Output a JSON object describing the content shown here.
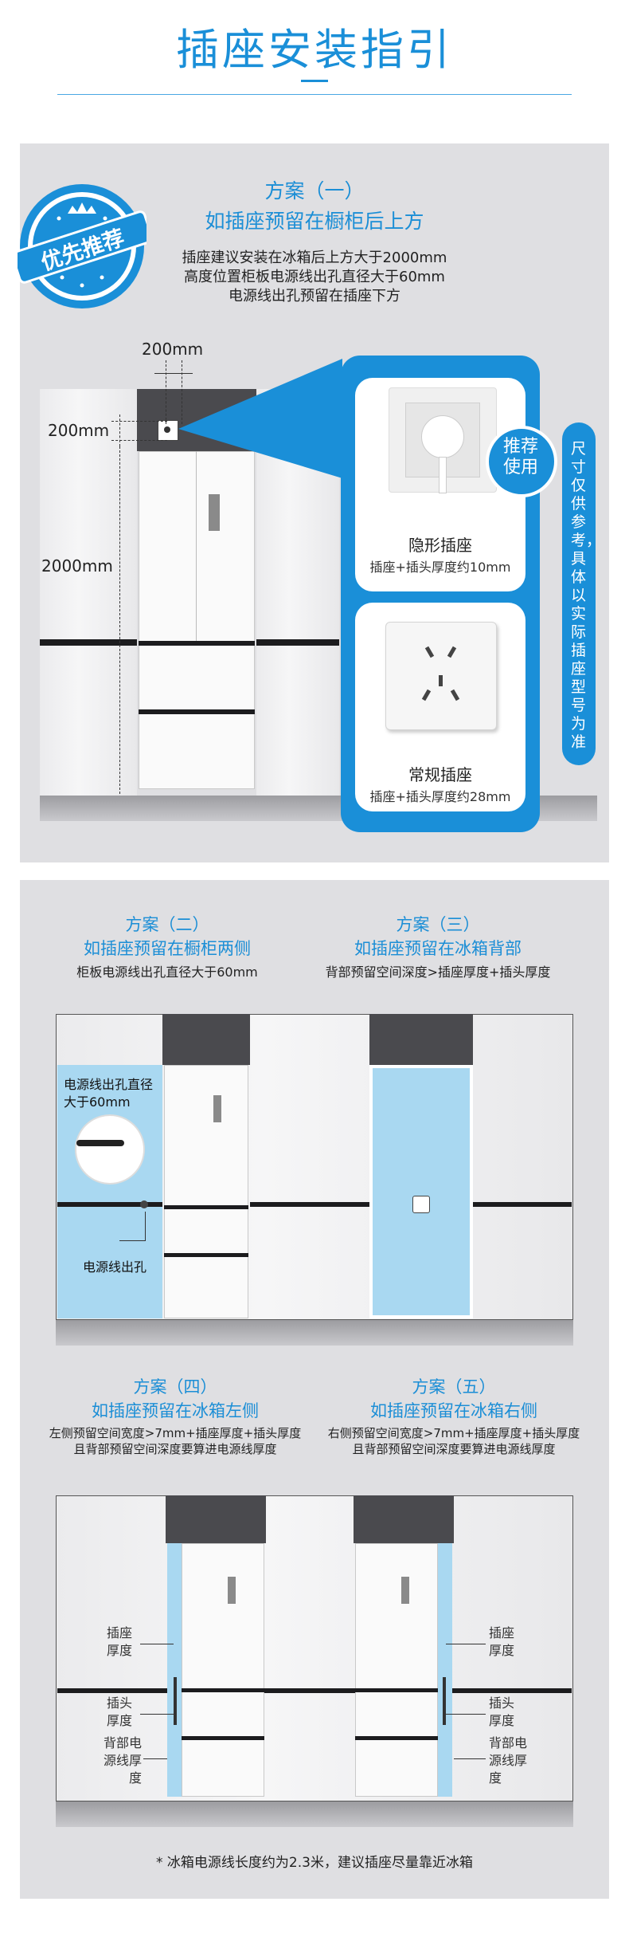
{
  "header": {
    "title": "插座安装指引"
  },
  "plan1": {
    "badge": "优先推荐",
    "heading": "方案（一）",
    "subheading": "如插座预留在橱柜后上方",
    "notes": [
      "插座建议安装在冰箱后上方大于2000mm",
      "高度位置柜板电源线出孔直径大于60mm",
      "电源线出孔预留在插座下方"
    ],
    "dim_width": "200mm",
    "dim_top": "200mm",
    "dim_height": "2000mm",
    "recommend_tag": "推荐使用",
    "socket_hidden_name": "隐形插座",
    "socket_hidden_desc": "插座+插头厚度约10mm",
    "socket_normal_name": "常规插座",
    "socket_normal_desc": "插座+插头厚度约28mm",
    "side_note": "尺寸仅供参考，具体以实际插座型号为准"
  },
  "plan2": {
    "heading": "方案（二）",
    "subheading": "如插座预留在橱柜两侧",
    "note": "柜板电源线出孔直径大于60mm",
    "callout": "电源线出孔直径大于60mm",
    "hole_label": "电源线出孔"
  },
  "plan3": {
    "heading": "方案（三）",
    "subheading": "如插座预留在冰箱背部",
    "note": "背部预留空间深度>插座厚度+插头厚度"
  },
  "plan4": {
    "heading": "方案（四）",
    "subheading": "如插座预留在冰箱左侧",
    "note1": "左侧预留空间宽度>7mm+插座厚度+插头厚度",
    "note2": "且背部预留空间深度要算进电源线厚度"
  },
  "plan5": {
    "heading": "方案（五）",
    "subheading": "如插座预留在冰箱右侧",
    "note1": "右侧预留空间宽度>7mm+插座厚度+插头厚度",
    "note2": "且背部预留空间深度要算进电源线厚度"
  },
  "labels": {
    "socket_thickness": "插座厚度",
    "plug_thickness": "插头厚度",
    "cable_thickness": "背部电源线厚度"
  },
  "footer": {
    "note": "* 冰箱电源线长度约为2.3米，建议插座尽量靠近冰箱"
  }
}
